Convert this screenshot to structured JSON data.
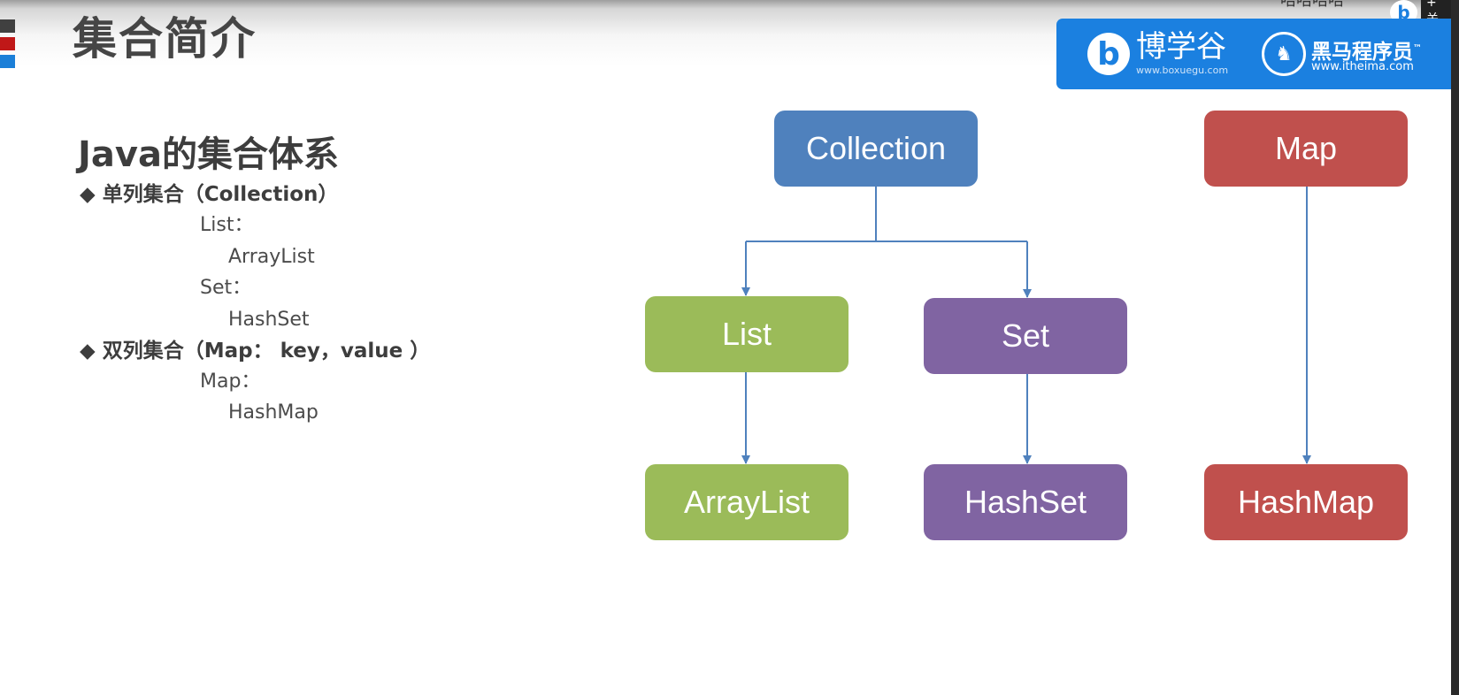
{
  "slide": {
    "title": "集合简介",
    "subtitle": "Java的集合体系",
    "lines": [
      "◆ 单列集合（Collection）",
      "List：",
      "ArrayList",
      "Set：",
      "HashSet",
      "◆ 双列集合（Map： key，value ）",
      "Map：",
      "HashMap"
    ]
  },
  "brand": {
    "boxuegu_name": "博学谷",
    "boxuegu_url": "www.boxuegu.com",
    "heima_name": "黑马程序员",
    "heima_tm": "™",
    "heima_url": "www.itheima.com"
  },
  "corner": {
    "partial_text": "唔唔唔唔",
    "close_label": "+ 关"
  },
  "diagram": {
    "nodes": {
      "collection": "Collection",
      "map": "Map",
      "list": "List",
      "set": "Set",
      "arraylist": "ArrayList",
      "hashset": "HashSet",
      "hashmap": "HashMap"
    }
  },
  "colors": {
    "blue": "#4f81bd",
    "green": "#9bbb59",
    "purple": "#8064a2",
    "red": "#c0504d",
    "connector": "#4f81bd",
    "brand": "#1b80e0"
  }
}
